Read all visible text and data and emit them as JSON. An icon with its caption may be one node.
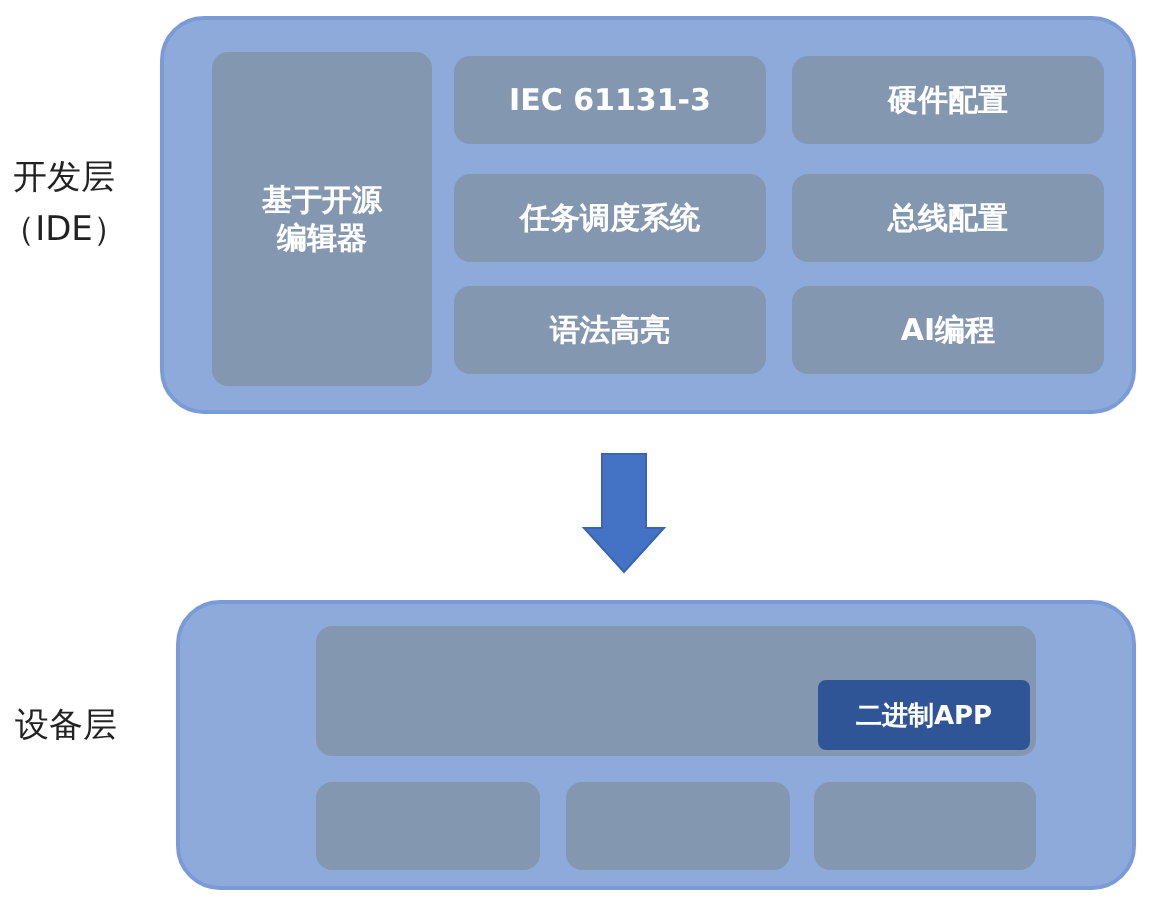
{
  "diagram": {
    "nodes": [
      {
        "text": [
          "开发层（IDE）"
        ]
      },
      {
        "text": [
          "基于开源编辑器"
        ],
        "in": 0
      },
      {
        "text": [
          "IEC 61131-3"
        ],
        "in": 0
      },
      {
        "text": [
          "硬件配置"
        ],
        "in": 0
      },
      {
        "text": [
          "任务调度系统"
        ],
        "in": 0
      },
      {
        "text": [
          "总线配置"
        ],
        "in": 0
      },
      {
        "text": [
          "语法高亮"
        ],
        "in": 0
      },
      {
        "text": [
          "AI编程"
        ],
        "in": 0
      },
      {
        "text": [
          "设备层"
        ]
      },
      {
        "text": [],
        "shape": "box",
        "in": 8
      },
      {
        "text": [
          "二进制APP"
        ],
        "in": 9
      },
      {
        "text": [],
        "shape": "box",
        "in": 8
      },
      {
        "text": [],
        "shape": "box",
        "in": 8
      },
      {
        "text": [],
        "shape": "box",
        "in": 8
      }
    ],
    "edges": [
      {
        "from": 0,
        "to": 8,
        "arrow": "to"
      }
    ]
  }
}
